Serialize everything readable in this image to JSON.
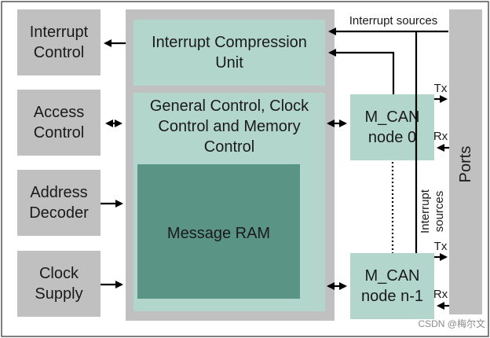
{
  "left_blocks": [
    {
      "line1": "Interrupt",
      "line2": "Control"
    },
    {
      "line1": "Access",
      "line2": "Control"
    },
    {
      "line1": "Address",
      "line2": "Decoder"
    },
    {
      "line1": "Clock",
      "line2": "Supply"
    }
  ],
  "icu": {
    "line1": "Interrupt Compression",
    "line2": "Unit"
  },
  "general": {
    "line1": "General Control, Clock",
    "line2": "Control and Memory",
    "line3": "Control"
  },
  "message_ram": "Message RAM",
  "mcan_nodes": [
    {
      "line1": "M_CAN",
      "line2": "node 0"
    },
    {
      "line1": "M_CAN",
      "line2": "node n-1"
    }
  ],
  "interrupt_sources_top": "Interrupt sources",
  "interrupt_sources_vertical": {
    "line1": "Interrupt",
    "line2": "sources"
  },
  "tx_label": "Tx",
  "rx_label": "Rx",
  "ports": "Ports",
  "watermark": "CSDN @梅尔文",
  "colors": {
    "grey_block": "#c0c0c0",
    "light_teal": "#b3d6cc",
    "dark_teal": "#5a9484",
    "border": "#555555"
  }
}
